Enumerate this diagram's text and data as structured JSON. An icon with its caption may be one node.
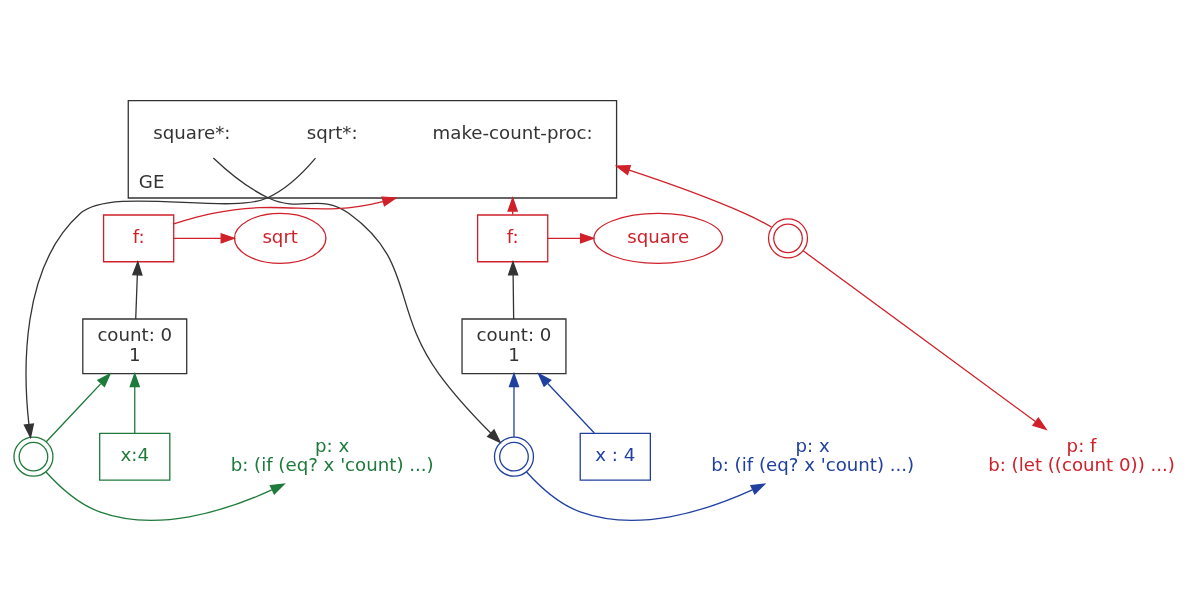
{
  "diagram": {
    "nodes": [
      {
        "text": [
          "GE"
        ]
      },
      {
        "text": [
          "make-count-proc:"
        ],
        "in": 0
      },
      {
        "text": [
          "sqrt*:"
        ],
        "in": 0
      },
      {
        "text": [
          "square*:"
        ],
        "in": 0
      },
      {
        "text": [],
        "shape": "circle"
      },
      {
        "text": [
          "p: f",
          "b: (let ((count 0)) ...)"
        ]
      },
      {
        "text": [
          "f:"
        ]
      },
      {
        "text": [
          "sqrt"
        ]
      },
      {
        "text": [
          "count: 0",
          "1"
        ]
      },
      {
        "text": [],
        "shape": "circle"
      },
      {
        "text": [
          "p: x",
          "b: (if (eq? x 'count) ...)"
        ]
      },
      {
        "text": [
          "x:4"
        ]
      },
      {
        "text": [
          "f:"
        ]
      },
      {
        "text": [
          "square"
        ]
      },
      {
        "text": [
          "count: 0",
          "1"
        ]
      },
      {
        "text": [],
        "shape": "circle"
      },
      {
        "text": [
          "p: x",
          "b: (if (eq? x 'count) ...)"
        ]
      },
      {
        "text": [
          "x : 4"
        ]
      }
    ],
    "edges": [
      {
        "from": 4,
        "to": 0,
        "arrow": "to",
        "color": "#d0202a"
      },
      {
        "from": 4,
        "to": 5,
        "arrow": "to",
        "color": "#d0202a"
      },
      {
        "from": 6,
        "to": 0,
        "arrow": "to",
        "color": "#d0202a"
      },
      {
        "from": 6,
        "to": 7,
        "arrow": "to",
        "color": "#d0202a"
      },
      {
        "from": 2,
        "to": 9,
        "arrow": "to",
        "color": "#333333"
      },
      {
        "from": 8,
        "to": 6,
        "arrow": "to",
        "color": "#333333"
      },
      {
        "from": 9,
        "to": 8,
        "arrow": "to",
        "color": "#1e7a3a"
      },
      {
        "from": 9,
        "to": 10,
        "arrow": "to",
        "color": "#1e7a3a"
      },
      {
        "from": 11,
        "to": 8,
        "arrow": "to",
        "color": "#1e7a3a"
      },
      {
        "from": 12,
        "to": 0,
        "arrow": "to",
        "color": "#d0202a"
      },
      {
        "from": 12,
        "to": 13,
        "arrow": "to",
        "color": "#d0202a"
      },
      {
        "from": 3,
        "to": 15,
        "arrow": "to",
        "color": "#333333"
      },
      {
        "from": 14,
        "to": 12,
        "arrow": "to",
        "color": "#333333"
      },
      {
        "from": 15,
        "to": 14,
        "arrow": "to",
        "color": "#2040a0"
      },
      {
        "from": 15,
        "to": 16,
        "arrow": "to",
        "color": "#2040a0"
      },
      {
        "from": 17,
        "to": 14,
        "arrow": "to",
        "color": "#2040a0"
      }
    ]
  }
}
